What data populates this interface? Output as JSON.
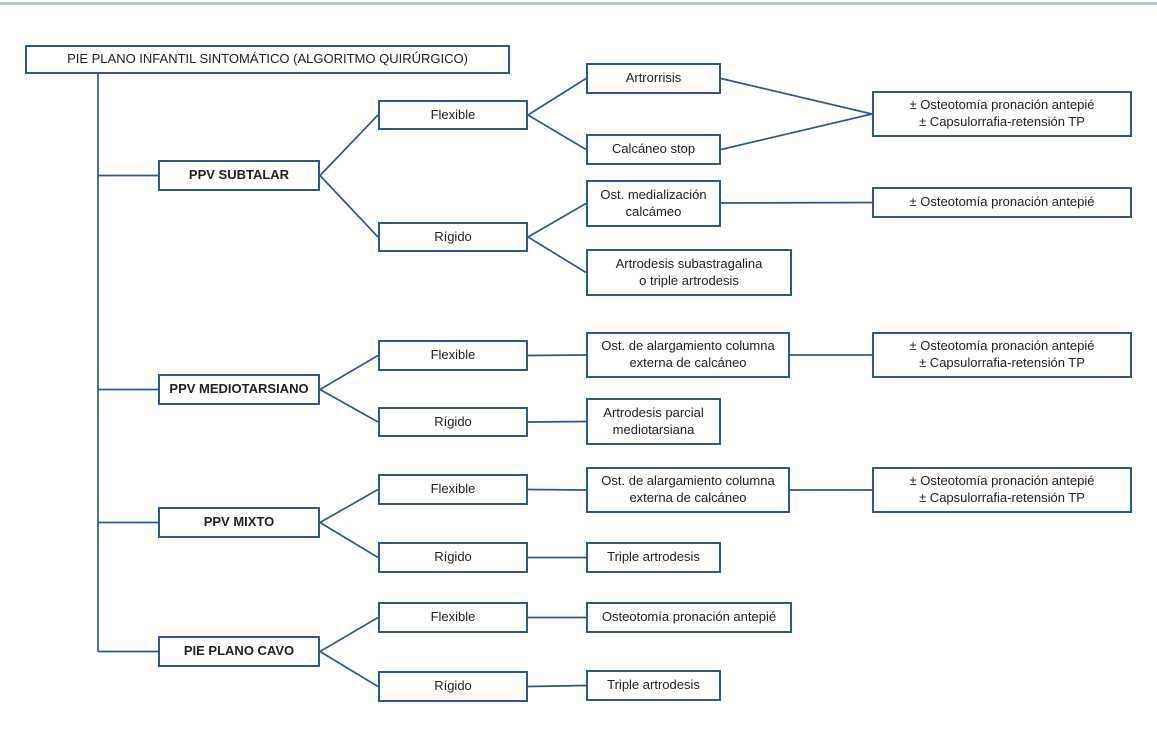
{
  "palette": {
    "box_border": "#2e5697",
    "connector": "#2e5697",
    "top_rule": "#b9c8e4",
    "text": "#212121",
    "background": "#ffffff"
  },
  "root": {
    "label": "PIE PLANO INFANTIL SINTOMÁTICO (ALGORITMO QUIRÚRGICO)"
  },
  "branches": [
    {
      "label": "PPV SUBTALAR",
      "types": [
        {
          "label": "Flexible",
          "procedures": [
            {
              "label": "Artrorrisis"
            },
            {
              "label": "Calcáneo stop"
            }
          ],
          "shared_outcome": "± Osteotomía pronación antepié\n± Capsulorrafia-retensión TP"
        },
        {
          "label": "Rígido",
          "procedures": [
            {
              "label": "Ost. medialización\ncalcámeo",
              "outcome": "± Osteotomía pronación antepié"
            },
            {
              "label": "Artrodesis subastragalina\no triple artrodesis"
            }
          ]
        }
      ]
    },
    {
      "label": "PPV MEDIOTARSIANO",
      "types": [
        {
          "label": "Flexible",
          "procedures": [
            {
              "label": "Ost. de alargamiento columna\nexterna de calcáneo",
              "outcome": "± Osteotomía pronación antepié\n± Capsulorrafia-retensión TP"
            }
          ]
        },
        {
          "label": "Rígido",
          "procedures": [
            {
              "label": "Artrodesis parcial\nmediotarsiana"
            }
          ]
        }
      ]
    },
    {
      "label": "PPV MIXTO",
      "types": [
        {
          "label": "Flexible",
          "procedures": [
            {
              "label": "Ost. de alargamiento columna\nexterna de calcáneo",
              "outcome": "± Osteotomía pronación antepié\n± Capsulorrafia-retensión TP"
            }
          ]
        },
        {
          "label": "Rígido",
          "procedures": [
            {
              "label": "Triple artrodesis"
            }
          ]
        }
      ]
    },
    {
      "label": "PIE PLANO CAVO",
      "types": [
        {
          "label": "Flexible",
          "procedures": [
            {
              "label": "Osteotomía pronación antepié"
            }
          ]
        },
        {
          "label": "Rígido",
          "procedures": [
            {
              "label": "Triple artrodesis"
            }
          ]
        }
      ]
    }
  ]
}
